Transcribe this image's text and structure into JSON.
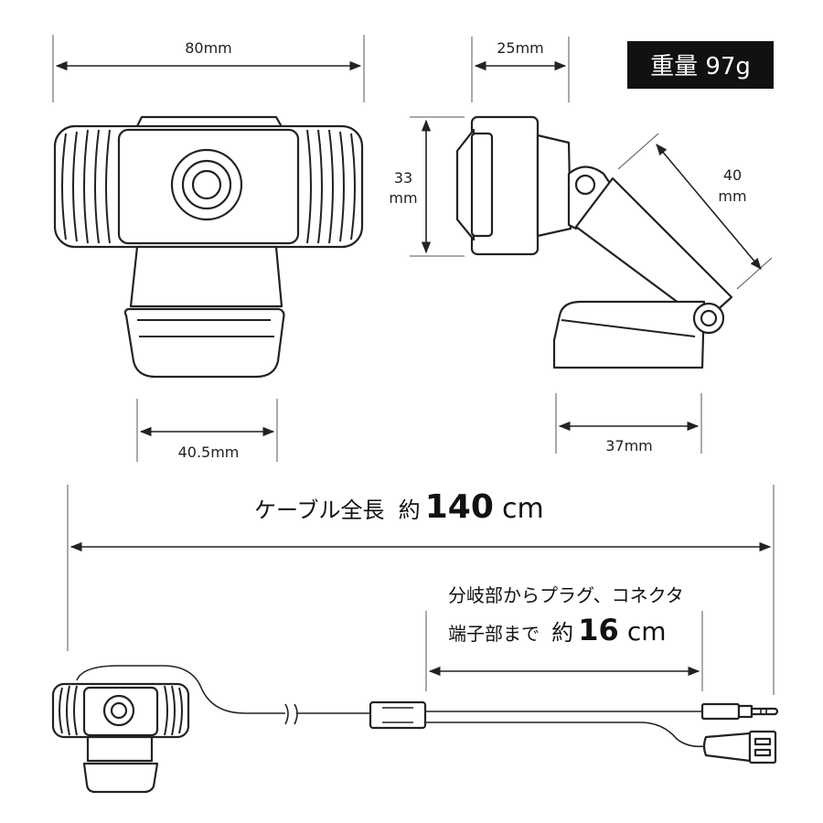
{
  "weight": {
    "label": "重量 97g"
  },
  "dimensions": {
    "width_front": "80mm",
    "depth_side": "25mm",
    "height_side_value": "33",
    "height_side_unit": "mm",
    "arm_value": "40",
    "arm_unit": "mm",
    "base_front": "40.5mm",
    "base_side": "37mm"
  },
  "cable": {
    "total_label": "ケーブル全長",
    "total_prefix": "約",
    "total_value": "140",
    "total_unit": "cm",
    "branch_label_line1": "分岐部からプラグ、コネクタ",
    "branch_label_line2": "端子部まで",
    "branch_prefix": "約",
    "branch_value": "16",
    "branch_unit": "cm"
  }
}
